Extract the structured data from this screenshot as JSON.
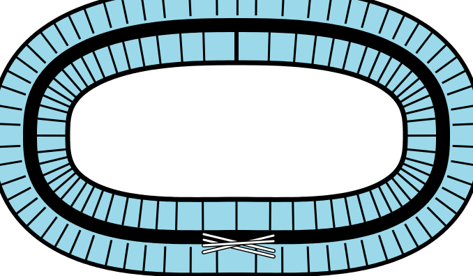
{
  "colors": {
    "background": "#ffffff",
    "cell_fill": "#9bd9ea",
    "outline": "#000000",
    "crossing": "#ffffff"
  },
  "diagram": {
    "shape": "twisted-band-loop",
    "lanes": [
      "outer",
      "inner"
    ],
    "crossing": "bottom-center"
  }
}
